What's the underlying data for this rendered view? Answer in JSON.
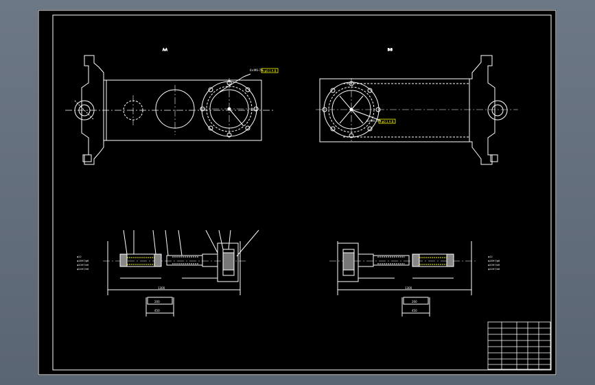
{
  "drawing": {
    "background": "#000000",
    "line_color": "#ffffff",
    "annotation_color": "#ffff00",
    "views": {
      "left_top_label": "A-A",
      "right_top_label": "B-B"
    },
    "callouts": {
      "left_plate_note": "6×M6-7H",
      "left_plate_box": "⌖ φ0.1 A B",
      "right_plate_note": "6×M6-7H",
      "right_plate_box": "⌖ φ0.1 A B"
    },
    "dimension_labels": {
      "left_total": "1300",
      "right_total": "1300",
      "left_box_top": "200",
      "left_box_bottom": "450",
      "right_box_top": "200",
      "right_box_bottom": "450"
    },
    "side_notes": {
      "left_lines": [
        "φ12",
        "φ16H7/g6",
        "φ20H7/k6",
        "φ24H7/h6"
      ],
      "right_lines": [
        "φ12",
        "φ16H7/g6",
        "φ20H7/k6",
        "φ24H7/h6"
      ]
    },
    "title_block": {
      "rows": [
        "",
        "",
        "",
        "",
        "",
        "",
        "",
        ""
      ],
      "name": "",
      "drawing_no": ""
    }
  }
}
